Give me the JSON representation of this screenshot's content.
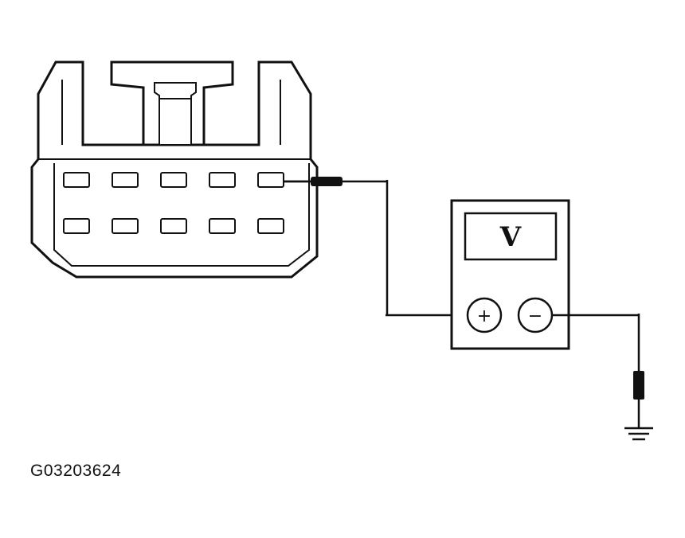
{
  "meter": {
    "display_label": "V",
    "positive_label": "+",
    "negative_label": "−"
  },
  "figure": {
    "id": "G03203624"
  },
  "colors": {
    "ink": "#111111",
    "fill": "#ffffff"
  },
  "connector": {
    "pin_rows": 2,
    "pins_per_row": 5,
    "probed_pin": "top-row pin 5"
  }
}
